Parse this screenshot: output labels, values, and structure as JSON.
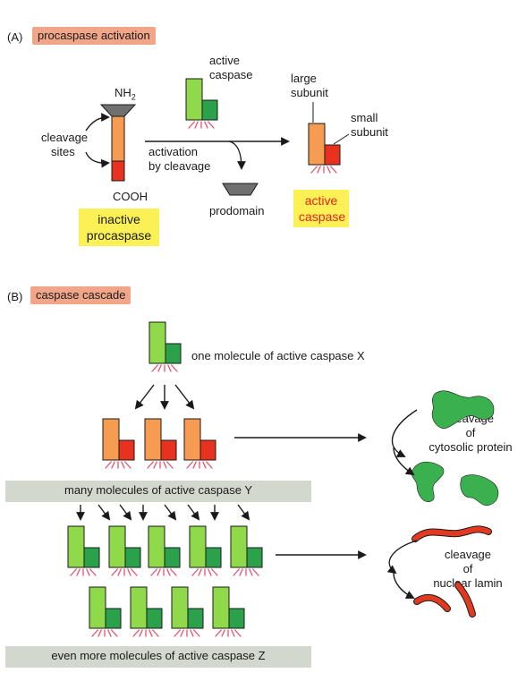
{
  "colors": {
    "salmon_tag": "#f2a689",
    "yellow_box": "#fbf157",
    "grey_band": "#d3d8cf",
    "green_large": "#8fd94a",
    "green_small": "#2aa14a",
    "orange_large": "#f59c52",
    "red_small": "#e8321f",
    "prodomain_grey": "#707070",
    "lamin_red": "#e23a21",
    "cytosolic_green": "#3bb04f",
    "activity_pink": "#e8506a",
    "active_caspase_text": "#e2261c"
  },
  "panel_a": {
    "letter": "(A)",
    "title": "procaspase activation",
    "nh2": "NH",
    "nh2_sub": "2",
    "cooh": "COOH",
    "cleavage_sites": [
      "cleavage",
      "sites"
    ],
    "inactive_procaspase": [
      "inactive",
      "procaspase"
    ],
    "active_caspase_top": [
      "active",
      "caspase"
    ],
    "activation_label": [
      "activation",
      "by cleavage"
    ],
    "prodomain": "prodomain",
    "large_subunit": [
      "large",
      "subunit"
    ],
    "small_subunit": [
      "small",
      "subunit"
    ],
    "active_caspase_result": [
      "active",
      "caspase"
    ]
  },
  "panel_b": {
    "letter": "(B)",
    "title": "caspase cascade",
    "caspase_x_label": "one molecule of active caspase X",
    "caspase_y_label": "many molecules of active caspase Y",
    "caspase_z_label": "even more molecules of active caspase Z",
    "cytosolic_label": [
      "cleavage",
      "of",
      "cytosolic protein"
    ],
    "lamin_label": [
      "cleavage",
      "of",
      "nuclear lamin"
    ]
  }
}
